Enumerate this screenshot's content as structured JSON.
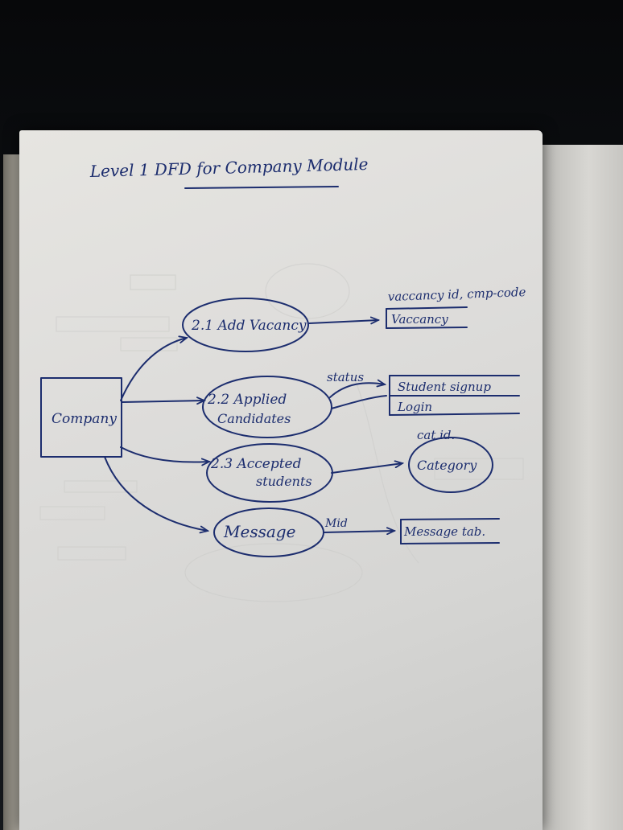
{
  "diagram": {
    "title": "Level 1 DFD for Company Module",
    "external_entity": {
      "label": "Company"
    },
    "processes": [
      {
        "label_line1": "2.1 Add Vacancy",
        "label_line2": ""
      },
      {
        "label_line1": "2.2 Applied",
        "label_line2": "Candidates"
      },
      {
        "label_line1": "2.3 Accepted",
        "label_line2": "students"
      },
      {
        "label_line1": "Message",
        "label_line2": ""
      }
    ],
    "data_stores": [
      {
        "label": "Vaccancy",
        "flow_label": "vaccancy id, cmp-code"
      },
      {
        "label": "Student signup",
        "flow_label": "status"
      },
      {
        "label": "Login",
        "flow_label": ""
      },
      {
        "label": "Category",
        "flow_label": "cat id."
      },
      {
        "label": "Message tab.",
        "flow_label": "Mid"
      }
    ]
  }
}
